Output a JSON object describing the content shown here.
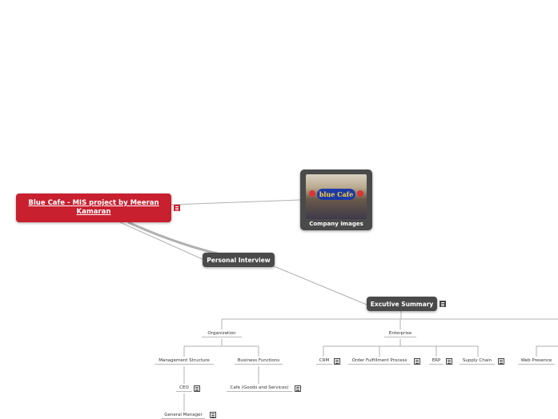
{
  "root": {
    "title": "Blue Cafe - MIS project by Meeran Kamaran"
  },
  "topics": {
    "company_images": "Company Images",
    "image_sign": "blue Cafe",
    "personal_interview": "Personal Interview",
    "executive_summary": "Excutive Summary"
  },
  "subtopics": {
    "organization": "Organization",
    "enterprise": "Enterprise",
    "management_structure": "Management Structure",
    "business_functions": "Business Functions",
    "ceo": "CEO",
    "general_manager": "General Manager",
    "cafe_goods": "Cafe (Goods and Services)",
    "crm": "CRM",
    "order_fulfillment": "Order Fulfillment Process",
    "erp": "ERP",
    "supply_chain": "Supply Chain",
    "web_presence": "Web Presence"
  },
  "colors": {
    "root": "#c8202f",
    "topic": "#4a4a4a",
    "connector": "#b0b0b0"
  }
}
